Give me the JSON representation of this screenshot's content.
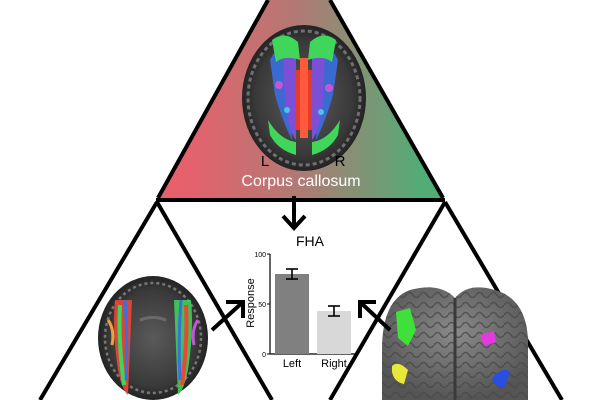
{
  "top_panel": {
    "label_left": "L",
    "label_right": "R",
    "caption": "Corpus callosum",
    "gradient_left": "#e8606c",
    "gradient_right": "#52ac76"
  },
  "chart_data": {
    "type": "bar",
    "title": "FHA",
    "xlabel": "",
    "ylabel": "Response",
    "categories": [
      "Left",
      "Right"
    ],
    "values": [
      80,
      43
    ],
    "errors": [
      5,
      5
    ],
    "ylim": [
      0,
      100
    ],
    "yticks": [
      "0",
      "50",
      "100"
    ],
    "bar_colors": [
      "#808080",
      "#d8d8d8"
    ]
  },
  "colors": {
    "outline": "#000000",
    "background": "#ffffff"
  }
}
